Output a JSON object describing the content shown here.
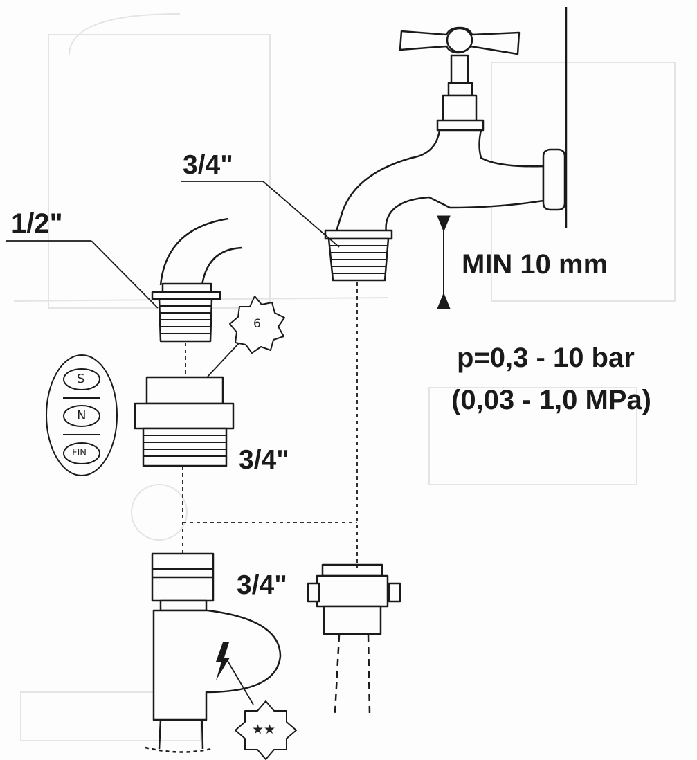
{
  "labels": {
    "tap_thread": "3/4\"",
    "hose_thread": "1/2\"",
    "adapter_thread": "3/4\"",
    "valve_thread": "3/4\"",
    "min_clearance": "MIN 10 mm",
    "pressure_bar": "p=0,3 - 10 bar",
    "pressure_mpa": "(0,03 - 1,0 MPa)",
    "badge_6": "6",
    "badge_stars": "★★",
    "country_s": "S",
    "country_n": "N",
    "country_fin": "FIN"
  },
  "colors": {
    "ink": "#1a1a1a",
    "paper": "#fdfdfd",
    "ghost": "#e3e3e3"
  },
  "icons": [
    "tap-icon",
    "hose-connector-icon",
    "adapter-icon",
    "inlet-valve-icon",
    "lightning-icon",
    "star-badge-icon"
  ]
}
